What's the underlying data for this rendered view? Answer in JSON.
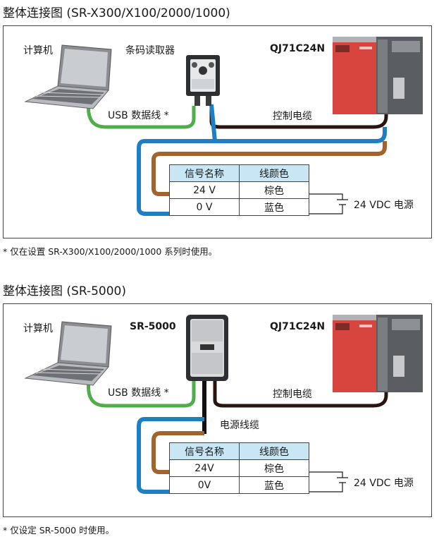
{
  "section1": {
    "title": "整体连接图 (SR-X300/X100/2000/1000)",
    "labels": {
      "computer": "计算机",
      "reader": "条码读取器",
      "plc": "QJ71C24N",
      "usb": "USB 数据线 *",
      "control": "控制电缆",
      "power": "24 VDC 电源"
    },
    "table": {
      "headers": [
        "信号名称",
        "线颜色"
      ],
      "rows": [
        [
          "24 V",
          "棕色"
        ],
        [
          "0 V",
          "蓝色"
        ]
      ]
    },
    "note": "* 仅在设置 SR-X300/X100/2000/1000 系列时使用。"
  },
  "section2": {
    "title": "整体连接图 (SR-5000)",
    "labels": {
      "computer": "计算机",
      "reader": "SR-5000",
      "plc": "QJ71C24N",
      "usb": "USB 数据线 *",
      "control": "控制电缆",
      "power_cable": "电源线缆",
      "power": "24 VDC 电源"
    },
    "table": {
      "headers": [
        "信号名称",
        "线颜色"
      ],
      "rows": [
        [
          "24V",
          "棕色"
        ],
        [
          "0V",
          "蓝色"
        ]
      ]
    },
    "note": "* 仅设定 SR-5000 时使用。"
  },
  "colors": {
    "usb_wire": "#4fae4a",
    "control_wire": "#2a1410",
    "blue_wire": "#1f7fc4",
    "brown_wire": "#a0642c",
    "table_header": "#c9e6f4",
    "plc_red": "#d8453f"
  }
}
